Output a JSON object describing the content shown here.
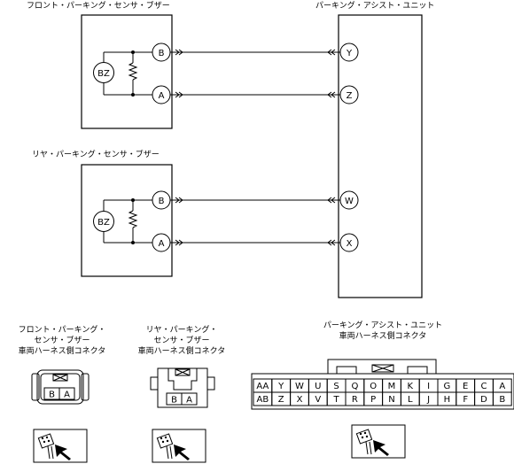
{
  "front_buzzer": {
    "title": "フロント・パーキング・センサ・ブザー",
    "buzzer_label": "BZ",
    "pins": [
      "B",
      "A"
    ]
  },
  "rear_buzzer": {
    "title": "リヤ・パーキング・センサ・ブザー",
    "buzzer_label": "BZ",
    "pins": [
      "B",
      "A"
    ]
  },
  "assist_unit": {
    "title": "パーキング・アシスト・ユニット",
    "pins": [
      "Y",
      "Z",
      "W",
      "X"
    ]
  },
  "connectors": {
    "front": {
      "caption": [
        "フロント・パーキング・",
        "センサ・ブザー",
        "車両ハーネス側コネクタ"
      ],
      "cells": [
        "B",
        "A"
      ]
    },
    "rear": {
      "caption": [
        "リヤ・パーキング・",
        "センサ・ブザー",
        "車両ハーネス側コネクタ"
      ],
      "cells": [
        "B",
        "A"
      ]
    },
    "unit": {
      "caption": [
        "パーキング・アシスト・ユニット",
        "車両ハーネス側コネクタ"
      ],
      "row1": [
        "AA",
        "Y",
        "W",
        "U",
        "S",
        "Q",
        "O",
        "M",
        "K",
        "I",
        "G",
        "E",
        "C",
        "A"
      ],
      "row2": [
        "AB",
        "Z",
        "X",
        "V",
        "T",
        "R",
        "P",
        "N",
        "L",
        "J",
        "H",
        "F",
        "D",
        "B"
      ]
    }
  }
}
